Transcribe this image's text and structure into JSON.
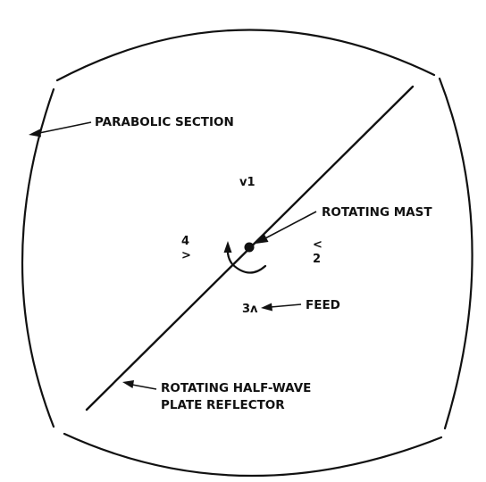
{
  "labels": {
    "parabolic_section": "PARABOLIC SECTION",
    "rotating_mast": "ROTATING MAST",
    "feed": "FEED",
    "reflector_line1": "ROTATING HALF-WAVE",
    "reflector_line2": "PLATE REFLECTOR"
  },
  "position_markers": {
    "top": "v1",
    "left_number": "4",
    "left_symbol": ">",
    "right_symbol": "<",
    "right_number": "2",
    "bottom": "3ʌ"
  },
  "colors": {
    "ink": "#111111",
    "background": "#ffffff"
  }
}
